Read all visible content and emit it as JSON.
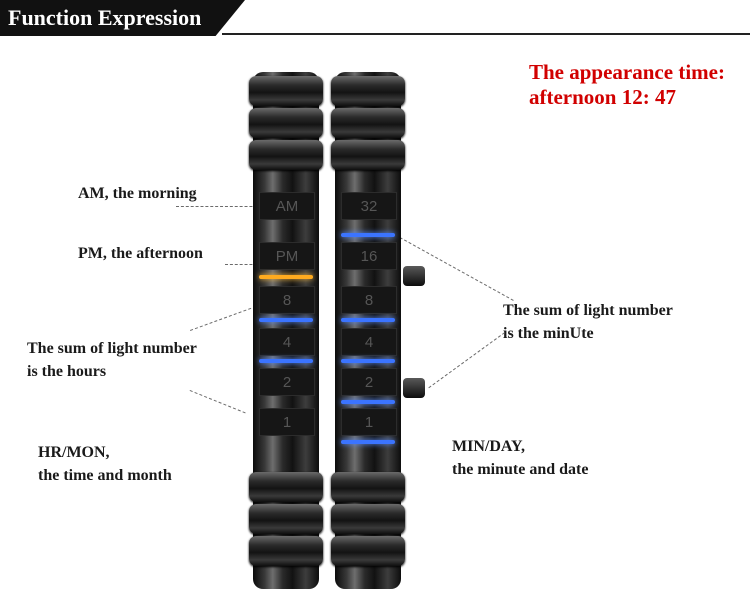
{
  "header": {
    "title": "Function Expression"
  },
  "headline": {
    "line1": "The appearance time:",
    "line2": "afternoon 12: 47"
  },
  "labels": {
    "am": "AM, the morning",
    "pm": "PM, the afternoon",
    "hours_line1": "The sum of light number",
    "hours_line2": "is the hours",
    "hr_mon_line1": "HR/MON,",
    "hr_mon_line2": "the time and month",
    "minute_line1": "The sum of light number",
    "minute_line2": "is the minUte",
    "min_day_line1": "MIN/DAY,",
    "min_day_line2": "the minute and date"
  },
  "watch": {
    "left_cells": [
      "AM",
      "PM",
      "8",
      "4",
      "2",
      "1"
    ],
    "right_cells": [
      "32",
      "16",
      "8",
      "4",
      "2",
      "1"
    ],
    "led_colors": {
      "blue": "#3b74ff",
      "orange": "#ffab1f"
    }
  }
}
